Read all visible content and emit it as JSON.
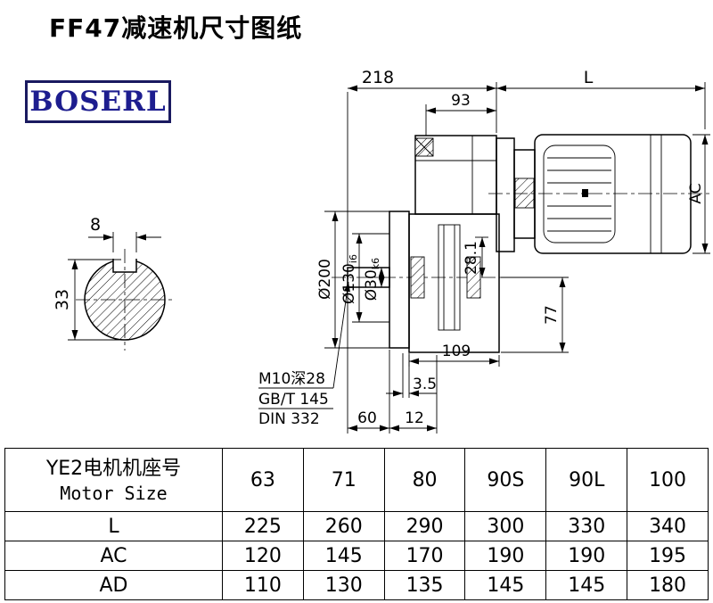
{
  "page": {
    "title": "FF47减速机尺寸图纸",
    "brand": "BOSERL"
  },
  "drawing": {
    "dims": {
      "top_width": "218",
      "motor_length": "L",
      "front_width": "93",
      "motor_diameter": "AC",
      "key_width": "8",
      "shaft_section_height": "33",
      "flange_diameter": "Ø200",
      "spigot_diameter": "Ø130",
      "spigot_tolerance": "i6",
      "shaft_diameter": "Ø30",
      "shaft_tolerance": "k6",
      "key_height": "28.1",
      "axis_to_base": "77",
      "housing_length": "109",
      "flange_gap": "3.5",
      "shaft_length": "60",
      "spigot_depth": "12",
      "tap_note": "M10深28",
      "std_note1": "GB/T 145",
      "std_note2": "DIN 332"
    }
  },
  "table": {
    "header": {
      "label_cn": "YE2电机机座号",
      "label_en": "Motor Size",
      "sizes": [
        "63",
        "71",
        "80",
        "90S",
        "90L",
        "100"
      ]
    },
    "rows": [
      {
        "label": "L",
        "values": [
          "225",
          "260",
          "290",
          "300",
          "330",
          "340"
        ]
      },
      {
        "label": "AC",
        "values": [
          "120",
          "145",
          "170",
          "190",
          "190",
          "195"
        ]
      },
      {
        "label": "AD",
        "values": [
          "110",
          "130",
          "135",
          "145",
          "145",
          "180"
        ]
      }
    ]
  }
}
